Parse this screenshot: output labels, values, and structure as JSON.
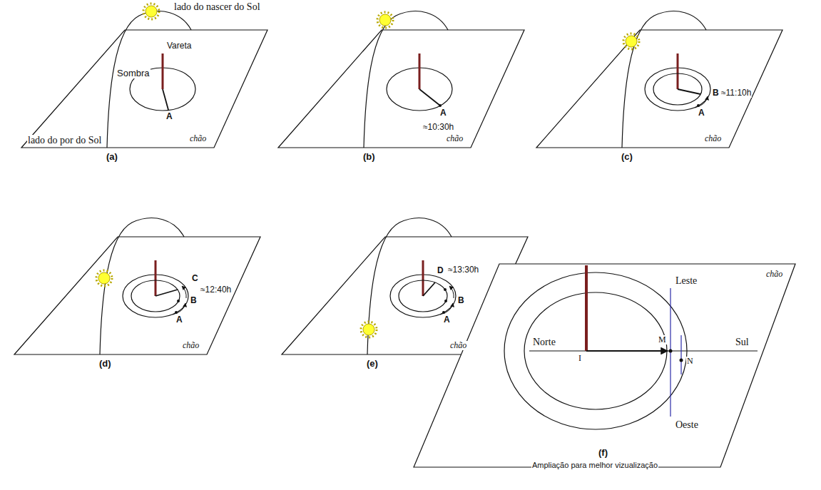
{
  "diagram": {
    "labels": [
      "lado do nascer do Sol",
      "Vareta",
      "Sombra",
      "A",
      "lado do por do Sol",
      "chão",
      "(a)",
      "A",
      "≈10:30h",
      "chão",
      "(b)",
      "B",
      "≈11:10h",
      "A",
      "chão",
      "(c)",
      "C",
      "≈12:40h",
      "B",
      "A",
      "chão",
      "(d)",
      "D",
      "≈13:30h",
      "B",
      "A",
      "chão",
      "(e)",
      "Leste",
      "Norte",
      "M",
      "I",
      "N",
      "Sul",
      "Oeste",
      "chão",
      "(f)",
      "Ampliação para melhor vizualização"
    ]
  }
}
